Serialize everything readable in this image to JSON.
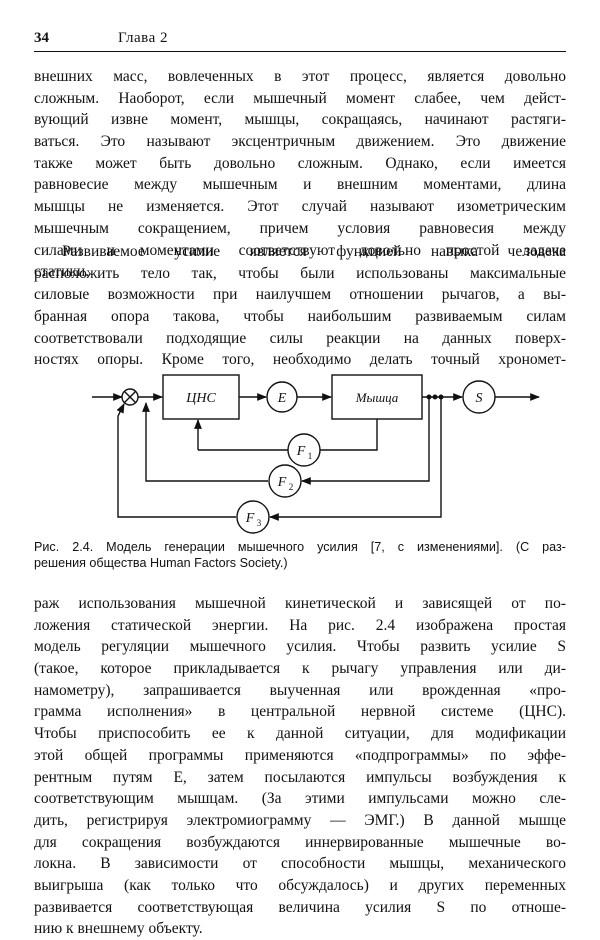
{
  "header": {
    "page_number": "34",
    "chapter": "Глава 2"
  },
  "paragraph1": [
    "внешних масс, вовлеченных в этот процесс, является довольно",
    "сложным. Наоборот, если мышечный момент слабее, чем дейст-",
    "вующий извне момент, мышцы, сокращаясь, начинают растяги-",
    "ваться. Это называют эксцентричным движением. Это движение",
    "также может быть довольно сложным. Однако, если имеется",
    "равновесие между мышечным и внешним моментами, длина",
    "мышцы не изменяется. Этот случай называют изометрическим",
    "мышечным сокращением, причем условия равновесия между",
    "силами и моментами соответствуют довольно простой задаче",
    "статики."
  ],
  "paragraph2": [
    "Развиваемое усилие является функцией навыка человека",
    "расположить тело так, чтобы были использованы максимальные",
    "силовые возможности при наилучшем отношении рычагов, а вы-",
    "бранная опора такова, чтобы наибольшим развиваемым силам",
    "соответствовали подходящие силы реакции на данных поверх-",
    "ностях опоры. Кроме того, необходимо делать точный хрономет-"
  ],
  "diagram": {
    "cns_label": "ЦНС",
    "e_label": "E",
    "muscle_label": "Мышца",
    "s_label": "S",
    "f1_label": "F",
    "f1_sub": "1",
    "f2_label": "F",
    "f2_sub": "2",
    "f3_label": "F",
    "f3_sub": "3"
  },
  "caption": [
    "Рис. 2.4. Модель генерации мышечного усилия [7, с изменениями]. (С раз-",
    "решения общества Human Factors Society.)"
  ],
  "paragraph3": [
    "раж использования мышечной кинетической и зависящей от по-",
    "ложения статической энергии. На рис. 2.4 изображена простая",
    "модель регуляции мышечного усилия. Чтобы развить усилие S",
    "(такое, которое прикладывается к рычагу управления или ди-",
    "намометру), запрашивается выученная или врожденная «про-",
    "грамма исполнения» в центральной нервной системе (ЦНС).",
    "Чтобы приспособить ее к данной ситуации, для модификации",
    "этой общей программы применяются «подпрограммы» по эффе-",
    "рентным путям E, затем посылаются импульсы возбуждения к",
    "соответствующим мышцам. (За этими импульсами можно сле-",
    "дить, регистрируя электромиограмму — ЭМГ.) В данной мышце",
    "для сокращения возбуждаются иннервированные мышечные во-",
    "локна. В зависимости от способности мышцы, механического",
    "выигрыша (как только что обсуждалось) и других переменных",
    "развивается соответствующая величина усилия S по отноше-",
    "нию к внешнему объекту."
  ]
}
